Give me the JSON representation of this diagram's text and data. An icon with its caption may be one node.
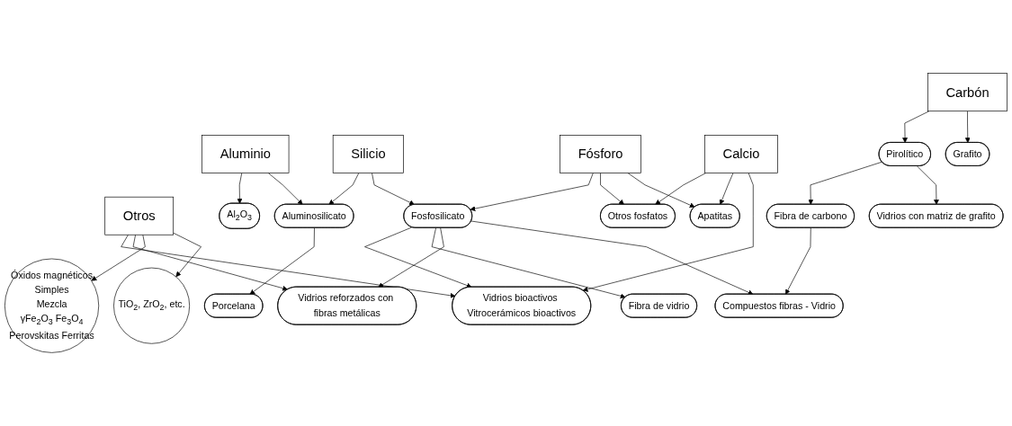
{
  "diagram": {
    "nodes": [
      {
        "text": [
          "Aluminio"
        ]
      },
      {
        "text": [
          "Silicio"
        ]
      },
      {
        "text": [
          "Fósforo"
        ]
      },
      {
        "text": [
          "Calcio"
        ]
      },
      {
        "text": [
          "Otros"
        ]
      },
      {
        "text": [
          "Carbón"
        ]
      },
      {
        "text": [
          "Aluminosilicato"
        ]
      },
      {
        "text": [
          "Fosfosilicato"
        ]
      },
      {
        "text": [
          "Apatitas"
        ]
      },
      {
        "text": [
          "TiO$_{2}$, ZrO$_{2}$, etc."
        ]
      },
      {
        "text": [
          "Grafito"
        ]
      },
      {
        "text": [
          "Porcelana"
        ]
      },
      {
        "text": [
          "Otros fosfatos"
        ]
      },
      {
        "text": [
          "Pirolítico"
        ]
      },
      {
        "text": [
          "Al$_{2}$O$_{3}$"
        ]
      },
      {
        "text": [
          "Vidrios bioactivos Vitrocerámicos bioactivos"
        ]
      },
      {
        "text": [
          "Óxidos magnéticos",
          "Simples",
          "Mezcla",
          "γFe$_{2}$O$_{3}$ Fe$_{3}$O$_{4}$",
          "Perovskitas Ferritas"
        ]
      },
      {
        "text": [
          "Fibra de vidrio"
        ]
      },
      {
        "text": [
          "Vidrios reforzados con fibras metálicas"
        ]
      },
      {
        "text": [
          "Compuestos fibras - Vidrio"
        ]
      },
      {
        "text": [
          "Fibra de carbono"
        ]
      },
      {
        "text": [
          "Vidrios con matriz de grafito"
        ]
      }
    ],
    "edges": [
      {
        "from": 0,
        "to": 14,
        "arrow": "to"
      },
      {
        "from": 0,
        "to": 6,
        "arrow": "to"
      },
      {
        "from": 1,
        "to": 6,
        "arrow": "to"
      },
      {
        "from": 1,
        "to": 7,
        "arrow": "to"
      },
      {
        "from": 2,
        "to": 7,
        "arrow": "to"
      },
      {
        "from": 2,
        "to": 12,
        "arrow": "to"
      },
      {
        "from": 2,
        "to": 8,
        "arrow": "to"
      },
      {
        "from": 3,
        "to": 12,
        "arrow": "to"
      },
      {
        "from": 3,
        "to": 8,
        "arrow": "to"
      },
      {
        "from": 3,
        "to": 15,
        "arrow": "to"
      },
      {
        "from": 4,
        "to": 15,
        "arrow": "to"
      },
      {
        "from": 4,
        "to": 18,
        "arrow": "to"
      },
      {
        "from": 4,
        "to": 16,
        "arrow": "to"
      },
      {
        "from": 4,
        "to": 9,
        "arrow": "to"
      },
      {
        "from": 5,
        "to": 13,
        "arrow": "to"
      },
      {
        "from": 5,
        "to": 10,
        "arrow": "to"
      },
      {
        "from": 6,
        "to": 11,
        "arrow": "to"
      },
      {
        "from": 7,
        "to": 15,
        "arrow": "to"
      },
      {
        "from": 7,
        "to": 17,
        "arrow": "to"
      },
      {
        "from": 7,
        "to": 18,
        "arrow": "to"
      },
      {
        "from": 7,
        "to": 19,
        "arrow": "to"
      },
      {
        "from": 13,
        "to": 20,
        "arrow": "to"
      },
      {
        "from": 13,
        "to": 21,
        "arrow": "to"
      },
      {
        "from": 20,
        "to": 19,
        "arrow": "to"
      }
    ]
  }
}
